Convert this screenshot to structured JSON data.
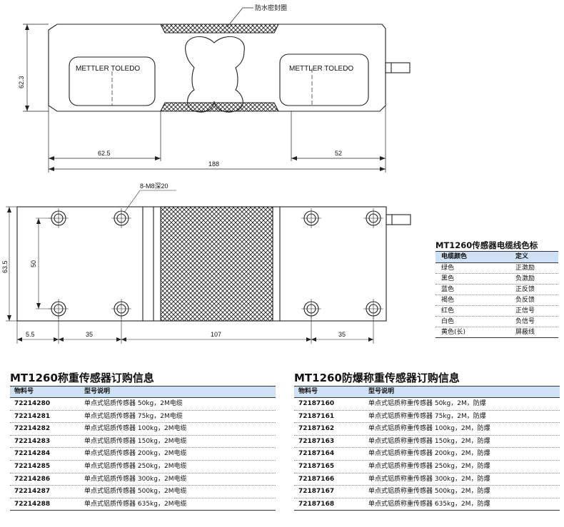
{
  "drawing": {
    "top_label": "防水密封圈",
    "brand_left": "METTLER TOLEDO",
    "brand_right": "METTLER TOLEDO",
    "dim_height_top": "62.3",
    "dim_left_top": "62.5",
    "dim_right_top": "52",
    "dim_total_top": "188",
    "hole_label": "8-M8深20",
    "dim_height_bottom": "63.5",
    "dim_inner_bottom": "50",
    "dim_b1": "5.5",
    "dim_b2": "35",
    "dim_b3": "107",
    "dim_b4": "35"
  },
  "cable": {
    "title": "MT1260传感器电缆线色标",
    "headers": [
      "电缆颜色",
      "定义"
    ],
    "rows": [
      [
        "绿色",
        "正激励"
      ],
      [
        "黑色",
        "负激励"
      ],
      [
        "蓝色",
        "正反馈"
      ],
      [
        "褐色",
        "负反馈"
      ],
      [
        "红色",
        "正信号"
      ],
      [
        "白色",
        "负信号"
      ],
      [
        "黄色(长)",
        "屏蔽线"
      ]
    ]
  },
  "order_standard": {
    "title": "MT1260称重传感器订购信息",
    "headers": [
      "物料号",
      "型号说明"
    ],
    "rows": [
      [
        "72214280",
        "单点式铝质传感器 50kg，2M电缆"
      ],
      [
        "72214281",
        "单点式铝质传感器 75kg，2M电缆"
      ],
      [
        "72214282",
        "单点式铝质传感器 100kg，2M电缆"
      ],
      [
        "72214283",
        "单点式铝质传感器 150kg，2M电缆"
      ],
      [
        "72214284",
        "单点式铝质传感器 200kg，2M电缆"
      ],
      [
        "72214285",
        "单点式铝质传感器 250kg，2M电缆"
      ],
      [
        "72214286",
        "单点式铝质传感器 300kg，2M电缆"
      ],
      [
        "72214287",
        "单点式铝质传感器 500kg，2M电缆"
      ],
      [
        "72214288",
        "单点式铝质传感器 635kg，2M电缆"
      ]
    ]
  },
  "order_explosion": {
    "title": "MT1260防爆称重传感器订购信息",
    "headers": [
      "物料号",
      "型号说明"
    ],
    "rows": [
      [
        "72187160",
        "单点式铝质称重传感器 50kg，2M，防爆"
      ],
      [
        "72187161",
        "单点式铝质称重传感器 75kg，2M，防爆"
      ],
      [
        "72187162",
        "单点式铝质称重传感器 100kg，2M，防爆"
      ],
      [
        "72187163",
        "单点式铝质称重传感器 150kg，2M，防爆"
      ],
      [
        "72187164",
        "单点式铝质称重传感器 200kg，2M，防爆"
      ],
      [
        "72187165",
        "单点式铝质称重传感器 250kg，2M，防爆"
      ],
      [
        "72187166",
        "单点式铝质称重传感器 300kg，2M，防爆"
      ],
      [
        "72187167",
        "单点式铝质称重传感器 500kg，2M，防爆"
      ],
      [
        "72187168",
        "单点式铝质称重传感器 635kg，2M，防爆"
      ]
    ]
  }
}
